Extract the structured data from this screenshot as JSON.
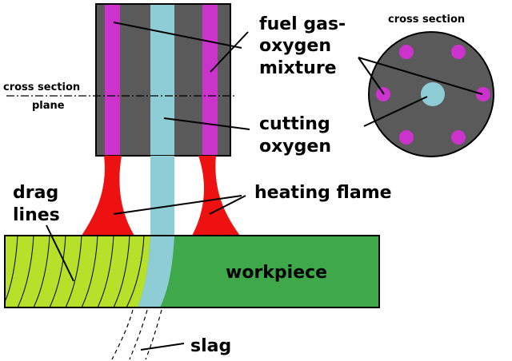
{
  "labels": {
    "fuel_gas_line1": "fuel gas-",
    "fuel_gas_line2": "oxygen",
    "fuel_gas_line3": "mixture",
    "cross_section_title": "cross section",
    "cross_section_plane_line1": "cross section",
    "cross_section_plane_line2": "plane",
    "cutting_oxygen_line1": "cutting",
    "cutting_oxygen_line2": "oxygen",
    "drag_lines_line1": "drag",
    "drag_lines_line2": "lines",
    "heating_flame": "heating flame",
    "workpiece": "workpiece",
    "slag": "slag"
  },
  "colors": {
    "torch_body": "#5a5a5a",
    "fuel_channel": "#cc33cc",
    "oxygen_channel": "#8ecdd6",
    "flame": "#ee1111",
    "workpiece": "#3ea84a",
    "cut_surface": "#b6e02a",
    "outline": "#000000"
  }
}
